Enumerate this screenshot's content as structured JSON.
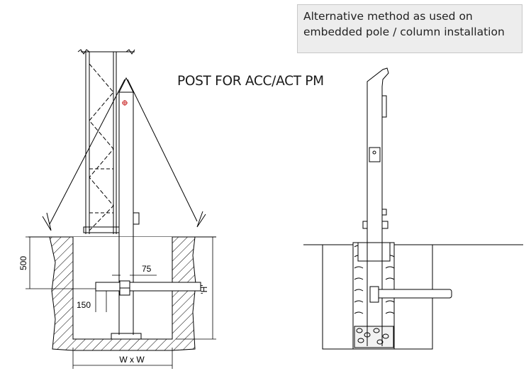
{
  "note": {
    "line1": "Alternative method as used on",
    "line2": "embedded pole / column installation"
  },
  "title": "POST FOR ACC/ACT PM",
  "dimensions": {
    "depth": "500",
    "offset": "75",
    "sleeve": "150",
    "height": "'H'",
    "width": "W x W"
  },
  "colors": {
    "line": "#000000",
    "note_bg": "#ededed",
    "marker": "#cc3333"
  }
}
